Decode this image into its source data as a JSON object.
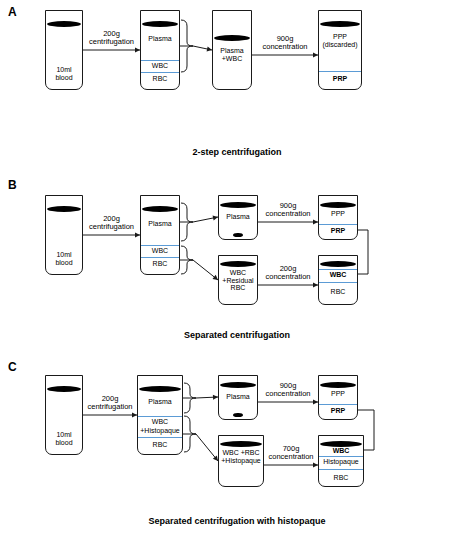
{
  "diagram": {
    "nodes": [
      {
        "text": [
          "10ml blood"
        ]
      },
      {
        "text": [
          "Plasma",
          "WBC",
          "RBC"
        ]
      },
      {
        "text": [
          "Plasma +WBC"
        ]
      },
      {
        "text": [
          "PPP (discarded)",
          "PRP"
        ]
      },
      {
        "text": [
          "10ml blood"
        ]
      },
      {
        "text": [
          "Plasma",
          "WBC",
          "RBC"
        ]
      },
      {
        "text": [
          "Plasma"
        ]
      },
      {
        "text": [
          "PPP",
          "PRP"
        ]
      },
      {
        "text": [
          "WBC +Residual RBC"
        ]
      },
      {
        "text": [
          "WBC",
          "RBC"
        ]
      },
      {
        "text": [
          "10ml blood"
        ]
      },
      {
        "text": [
          "Plasma",
          "WBC",
          "+Histopaque",
          "RBC"
        ]
      },
      {
        "text": [
          "Plasma"
        ]
      },
      {
        "text": [
          "PPP",
          "PRP"
        ]
      },
      {
        "text": [
          "WBC +RBC +Histopaque"
        ]
      },
      {
        "text": [
          "WBC",
          "Histopaque",
          "RBC"
        ]
      }
    ],
    "edges": [
      {
        "from": 0,
        "to": 1,
        "arrow": "to",
        "label": "200g centrifugation"
      },
      {
        "from": 1,
        "to": 2,
        "arrow": "to"
      },
      {
        "from": 2,
        "to": 3,
        "arrow": "to",
        "label": "900g concentration"
      },
      {
        "from": 4,
        "to": 5,
        "arrow": "to",
        "label": "200g centrifugation"
      },
      {
        "from": 5,
        "to": 6,
        "arrow": "to"
      },
      {
        "from": 5,
        "to": 8,
        "arrow": "to"
      },
      {
        "from": 6,
        "to": 7,
        "arrow": "to",
        "label": "900g concentration"
      },
      {
        "from": 8,
        "to": 9,
        "arrow": "to",
        "label": "200g concentration"
      },
      {
        "from": 7,
        "to": 9,
        "arrow": "none"
      },
      {
        "from": 10,
        "to": 11,
        "arrow": "to",
        "label": "200g centrifugation"
      },
      {
        "from": 11,
        "to": 12,
        "arrow": "to"
      },
      {
        "from": 11,
        "to": 14,
        "arrow": "to"
      },
      {
        "from": 12,
        "to": 13,
        "arrow": "to",
        "label": "900g concentration"
      },
      {
        "from": 14,
        "to": 15,
        "arrow": "to",
        "label": "700g concentration"
      },
      {
        "from": 13,
        "to": 15,
        "arrow": "none"
      }
    ],
    "labels": [
      "A",
      "2-step centrifugation",
      "B",
      "Separated centrifugation",
      "C",
      "Separated centrifugation with histopaque"
    ]
  }
}
